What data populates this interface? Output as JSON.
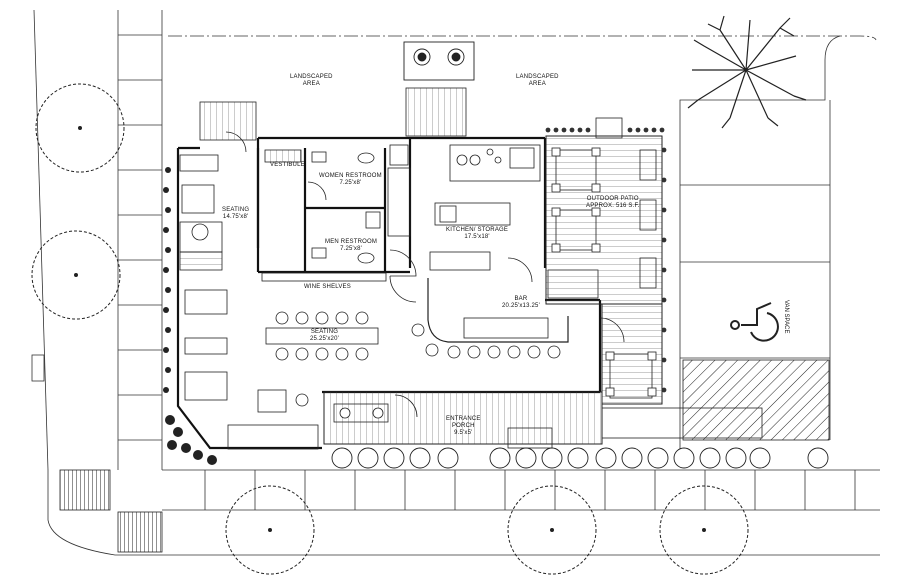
{
  "labels": {
    "landscaped_left": {
      "line1": "LANDSCAPED",
      "line2": "AREA"
    },
    "landscaped_right": {
      "line1": "LANDSCAPED",
      "line2": "AREA"
    },
    "vestibule": "VESTIBULE",
    "women_restroom": {
      "name": "WOMEN RESTROOM",
      "size": "7.25'x8'"
    },
    "men_restroom": {
      "name": "MEN RESTROOM",
      "size": "7.25'x8'"
    },
    "seating_small": {
      "name": "SEATING",
      "size": "14.75'x8'"
    },
    "kitchen": {
      "name": "KITCHEN/ STORAGE",
      "size": "17.5'x18'"
    },
    "outdoor_patio": {
      "name": "OUTDOOR PATIO",
      "size": "APPROX. 516 S.F."
    },
    "wine_shelves": "WINE SHELVES",
    "seating_main": {
      "name": "SEATING",
      "size": "25.25'x20'"
    },
    "bar": {
      "name": "BAR",
      "size": "20.25'x13.25'"
    },
    "entrance_porch": {
      "name": "ENTRANCE",
      "line2": "PORCH",
      "size": "9.5'x5'"
    },
    "van_space": "VAN SPACE"
  },
  "icons": [
    "tree-symbol",
    "accessible-parking-symbol",
    "door-swing-symbol",
    "table-chair-symbol",
    "restroom-fixture-symbol"
  ],
  "colors": {
    "line": "#1a1a1a",
    "background": "#ffffff"
  }
}
